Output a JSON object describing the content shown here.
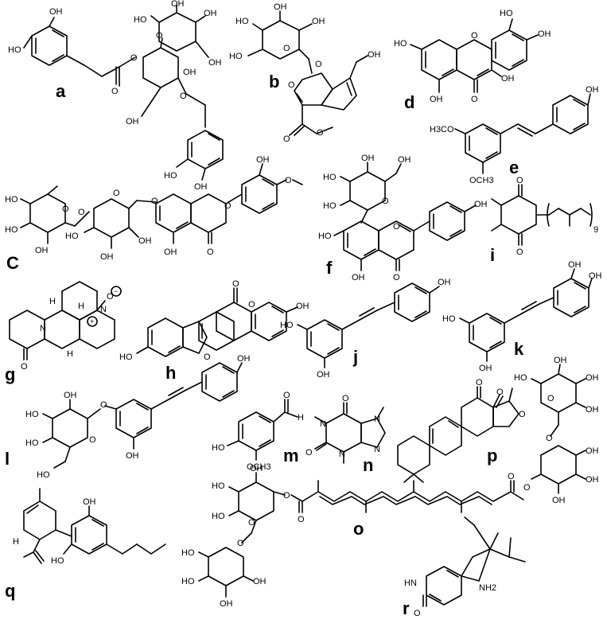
{
  "figure": {
    "panels": [
      {
        "id": "a",
        "label": "a"
      },
      {
        "id": "b",
        "label": "b"
      },
      {
        "id": "d",
        "label": "d"
      },
      {
        "id": "e",
        "label": "e"
      },
      {
        "id": "c",
        "label": "C"
      },
      {
        "id": "f",
        "label": "f"
      },
      {
        "id": "i",
        "label": "i"
      },
      {
        "id": "g",
        "label": "g"
      },
      {
        "id": "h",
        "label": "h"
      },
      {
        "id": "j",
        "label": "j"
      },
      {
        "id": "k",
        "label": "k"
      },
      {
        "id": "l",
        "label": "l"
      },
      {
        "id": "m",
        "label": "m"
      },
      {
        "id": "n",
        "label": "n"
      },
      {
        "id": "p",
        "label": "p"
      },
      {
        "id": "o",
        "label": "o"
      },
      {
        "id": "q",
        "label": "q"
      },
      {
        "id": "r",
        "label": "r"
      }
    ],
    "atoms": {
      "oh": "OH",
      "ho": "HO",
      "o": "O",
      "n": "N",
      "h": "H",
      "hn": "HN",
      "h3co": "H3CO",
      "och3": "OCH3",
      "nh2": "NH2",
      "minus": "−",
      "plus": "+",
      "nine": "9"
    }
  }
}
